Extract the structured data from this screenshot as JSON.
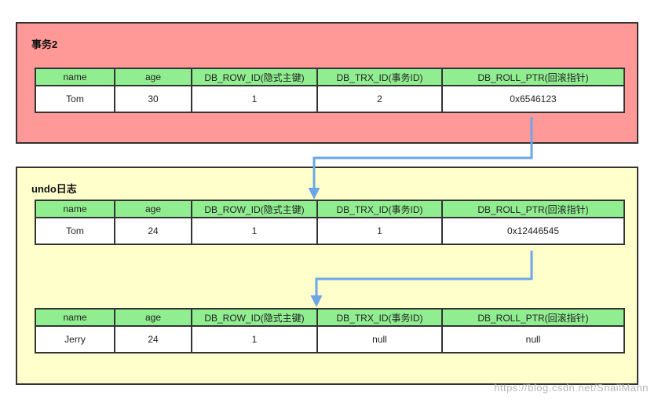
{
  "colors": {
    "transaction_box_fill": "#ff9998",
    "undo_box_fill": "#ffffcc",
    "table_header_fill": "#90ee90",
    "border": "#333333",
    "arrow": "#6ca6e9",
    "watermark": "#a8a8a8"
  },
  "transaction_box": {
    "title": "事务2",
    "table": {
      "headers": [
        "name",
        "age",
        "DB_ROW_ID(隐式主键)",
        "DB_TRX_ID(事务ID)",
        "DB_ROLL_PTR(回滚指针)"
      ],
      "row": [
        "Tom",
        "30",
        "1",
        "2",
        "0x6546123"
      ]
    }
  },
  "undo_box": {
    "title": "undo日志",
    "table1": {
      "headers": [
        "name",
        "age",
        "DB_ROW_ID(隐式主键)",
        "DB_TRX_ID(事务ID)",
        "DB_ROLL_PTR(回滚指针)"
      ],
      "row": [
        "Tom",
        "24",
        "1",
        "1",
        "0x12446545"
      ]
    },
    "table2": {
      "headers": [
        "name",
        "age",
        "DB_ROW_ID(隐式主键)",
        "DB_TRX_ID(事务ID)",
        "DB_ROLL_PTR(回滚指针)"
      ],
      "row": [
        "Jerry",
        "24",
        "1",
        "null",
        "null"
      ]
    }
  },
  "arrows": [
    {
      "name": "roll-ptr-arrow-1",
      "from": "事务2.DB_ROLL_PTR(0x6546123)",
      "to": "undo日志.table1"
    },
    {
      "name": "roll-ptr-arrow-2",
      "from": "undo日志.table1.DB_ROLL_PTR(0x12446545)",
      "to": "undo日志.table2"
    }
  ],
  "watermark": {
    "text": "https://blog.csdn.net/SnailMann"
  }
}
